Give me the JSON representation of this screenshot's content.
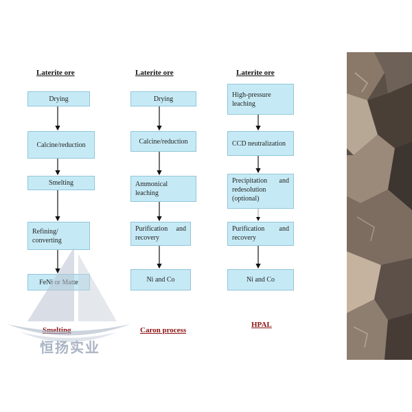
{
  "columns": [
    {
      "title": "Laterite ore",
      "steps": [
        "Drying",
        "Calcine/reduction",
        "Smelting",
        "Refining/ converting",
        "FeNi or Matte"
      ],
      "method": "Smelting"
    },
    {
      "title": "Laterite ore",
      "steps": [
        "Drying",
        "Calcine/reduction",
        "Ammonical leaching",
        "Purification and recovery",
        "Ni and Co"
      ],
      "method": "Caron process"
    },
    {
      "title": "Laterite ore",
      "steps": [
        "High-pressure leaching",
        "CCD neutralization",
        "Precipitation and redesolution (optional)",
        "Purification and recovery",
        "Ni and Co"
      ],
      "method": "HPAL"
    }
  ],
  "watermark": {
    "text": "恒扬实业",
    "color": "#a9b4c4"
  },
  "colors": {
    "box_fill": "#c6eaf5",
    "box_border": "#8fc5d8",
    "method_text": "#8b1010"
  }
}
